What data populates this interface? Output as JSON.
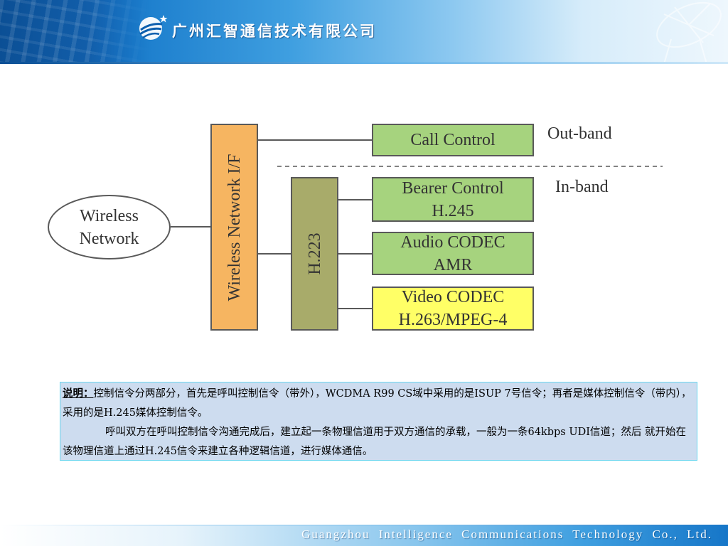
{
  "header": {
    "company_cn": "广州汇智通信技术有限公司"
  },
  "diagram": {
    "ellipse_lines": [
      "Wireless",
      "Network"
    ],
    "interface_label": "Wireless Network I/F",
    "h223_label": "H.223",
    "call_control": "Call Control",
    "bearer_lines": [
      "Bearer Control",
      "H.245"
    ],
    "audio_lines": [
      "Audio CODEC",
      "AMR"
    ],
    "video_lines": [
      "Video CODEC",
      "H.263/MPEG-4"
    ],
    "out_band": "Out-band",
    "in_band": "In-band",
    "colors": {
      "interface_fill": "#f6b561",
      "h223_fill": "#a8ab6a",
      "green_fill": "#a6d37e",
      "video_fill": "#ffff66",
      "stroke": "#595959"
    }
  },
  "note": {
    "lead": "说明：",
    "para1_rest": "控制信令分两部分，首先是呼叫控制信令（带外），WCDMA R99 CS域中采用的是ISUP 7号信令；再者是媒体控制信令（带内），采用的是H.245媒体控制信令。",
    "para2": "呼叫双方在呼叫控制信令沟通完成后，建立起一条物理信道用于双方通信的承载，一般为一条64kbps UDI信道；然后 就开始在该物理信道上通过H.245信令来建立各种逻辑信道，进行媒体通信。"
  },
  "footer": {
    "company_en": "Guangzhou Intelligence Communications Technology Co., Ltd."
  }
}
